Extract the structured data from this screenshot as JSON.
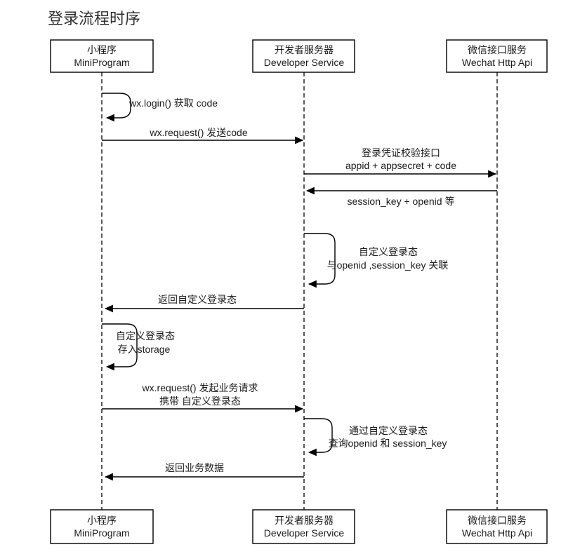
{
  "title": "登录流程时序",
  "actors": [
    {
      "zh": "小程序",
      "en": "MiniProgram"
    },
    {
      "zh": "开发者服务器",
      "en": "Developer Service"
    },
    {
      "zh": "微信接口服务",
      "en": "Wechat Http Api"
    }
  ],
  "messages": [
    {
      "type": "self",
      "actor": "MiniProgram",
      "line1": "wx.login() 获取 code"
    },
    {
      "type": "message",
      "from": "MiniProgram",
      "to": "Developer Service",
      "line1": "wx.request() 发送code"
    },
    {
      "type": "message",
      "from": "Developer Service",
      "to": "Wechat Http Api",
      "line1": "登录凭证校验接口",
      "line2": "appid + appsecret + code"
    },
    {
      "type": "message",
      "from": "Wechat Http Api",
      "to": "Developer Service",
      "line1": "session_key + openid 等"
    },
    {
      "type": "self",
      "actor": "Developer Service",
      "line1": "自定义登录态",
      "line2": "与openid ,session_key 关联"
    },
    {
      "type": "message",
      "from": "Developer Service",
      "to": "MiniProgram",
      "line1": "返回自定义登录态"
    },
    {
      "type": "self",
      "actor": "MiniProgram",
      "line1": "自定义登录态",
      "line2": "存入storage"
    },
    {
      "type": "message",
      "from": "MiniProgram",
      "to": "Developer Service",
      "line1": "wx.request() 发起业务请求",
      "line2": "携带 自定义登录态"
    },
    {
      "type": "self",
      "actor": "Developer Service",
      "line1": "通过自定义登录态",
      "line2": "查询openid 和 session_key"
    },
    {
      "type": "message",
      "from": "Developer Service",
      "to": "MiniProgram",
      "line1": "返回业务数据"
    }
  ],
  "colors": {
    "line": "#000000",
    "text": "#1a1a1a",
    "title": "#2f2f2f",
    "background": "#ffffff"
  }
}
